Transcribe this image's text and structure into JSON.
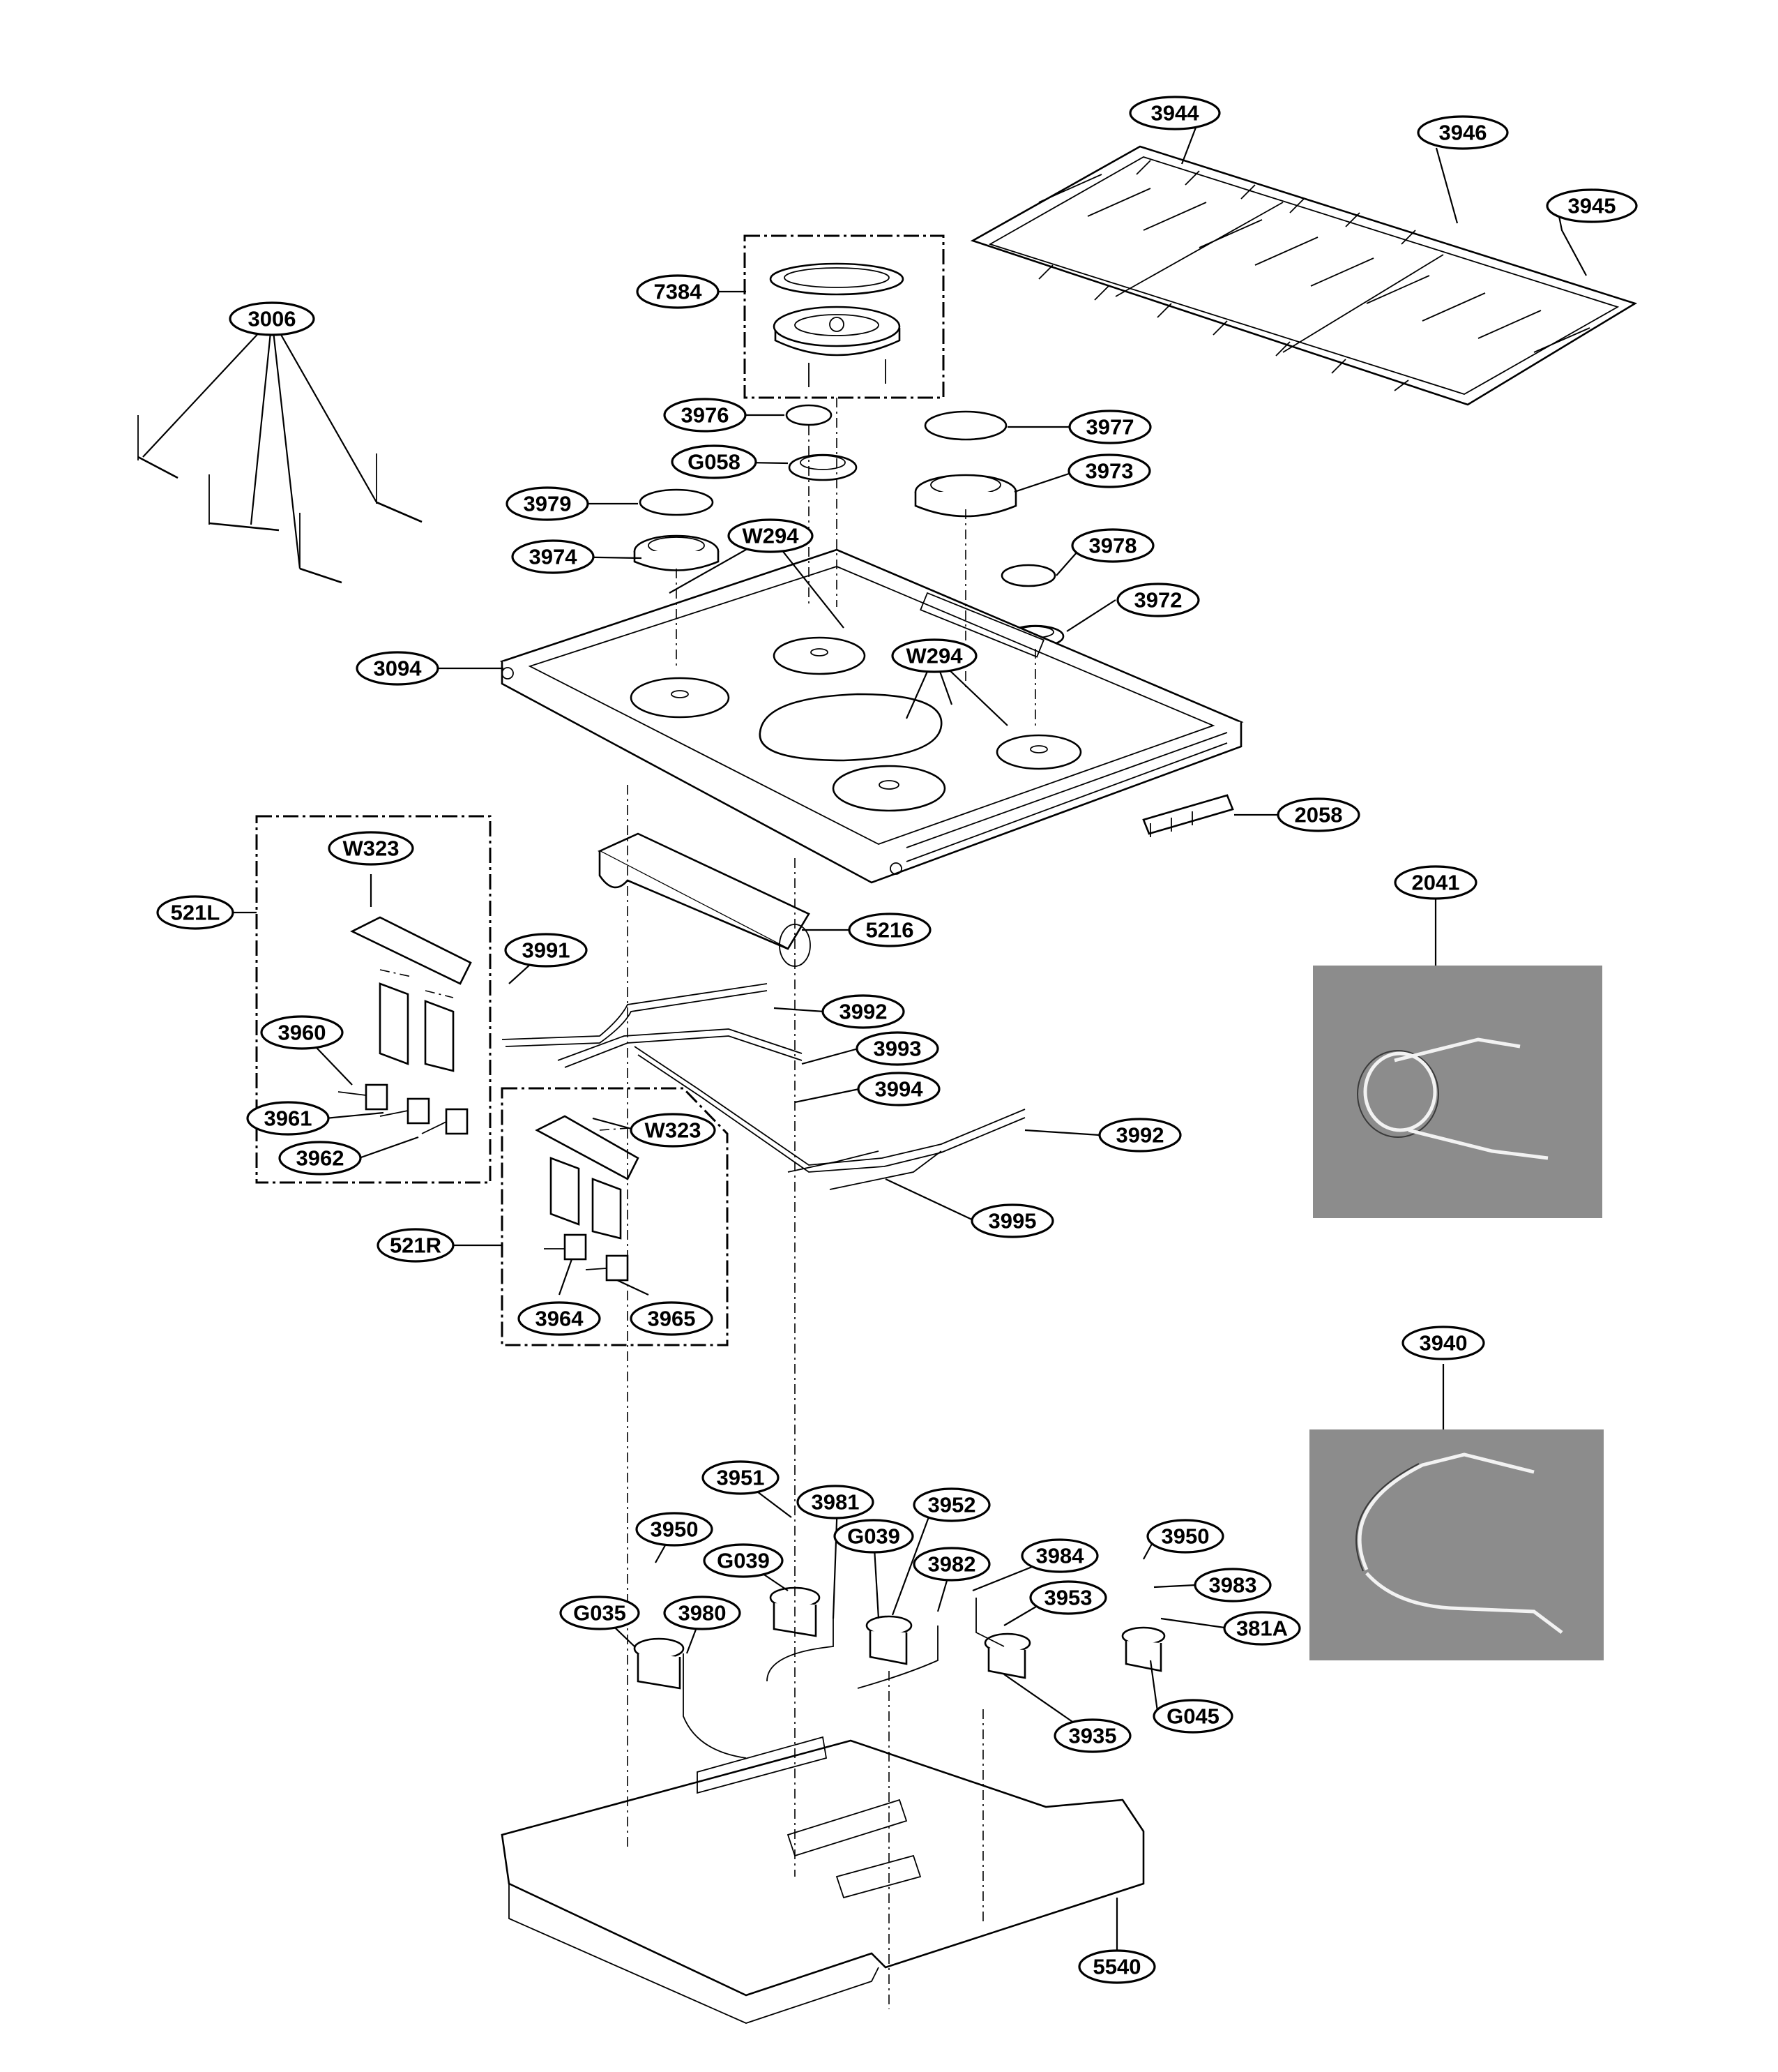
{
  "diagram": {
    "callouts": {
      "c3944": "3944",
      "c3946": "3946",
      "c3945": "3945",
      "c7384": "7384",
      "c3006": "3006",
      "c3976": "3976",
      "c3977": "3977",
      "cG058": "G058",
      "c3973": "3973",
      "c3979": "3979",
      "cW294a": "W294",
      "c3974": "3974",
      "c3978": "3978",
      "c3972": "3972",
      "c3094": "3094",
      "cW294b": "W294",
      "c2058": "2058",
      "c2041": "2041",
      "cW323a": "W323",
      "c521L": "521L",
      "c5216": "5216",
      "c3991": "3991",
      "c3960": "3960",
      "c3992a": "3992",
      "c3993": "3993",
      "c3994": "3994",
      "c3961": "3961",
      "cW323b": "W323",
      "c3992b": "3992",
      "c3962": "3962",
      "c3995": "3995",
      "c521R": "521R",
      "c3964": "3964",
      "c3965": "3965",
      "c3940": "3940",
      "c3951": "3951",
      "c3981": "3981",
      "c3952": "3952",
      "c3950a": "3950",
      "cG039a": "G039",
      "cG039b": "G039",
      "c3984": "3984",
      "c3950b": "3950",
      "c3982": "3982",
      "c3983": "3983",
      "c3953": "3953",
      "cG035": "G035",
      "c3980": "3980",
      "c381A": "381A",
      "cG045": "G045",
      "c3935": "3935",
      "c5540": "5540"
    }
  }
}
